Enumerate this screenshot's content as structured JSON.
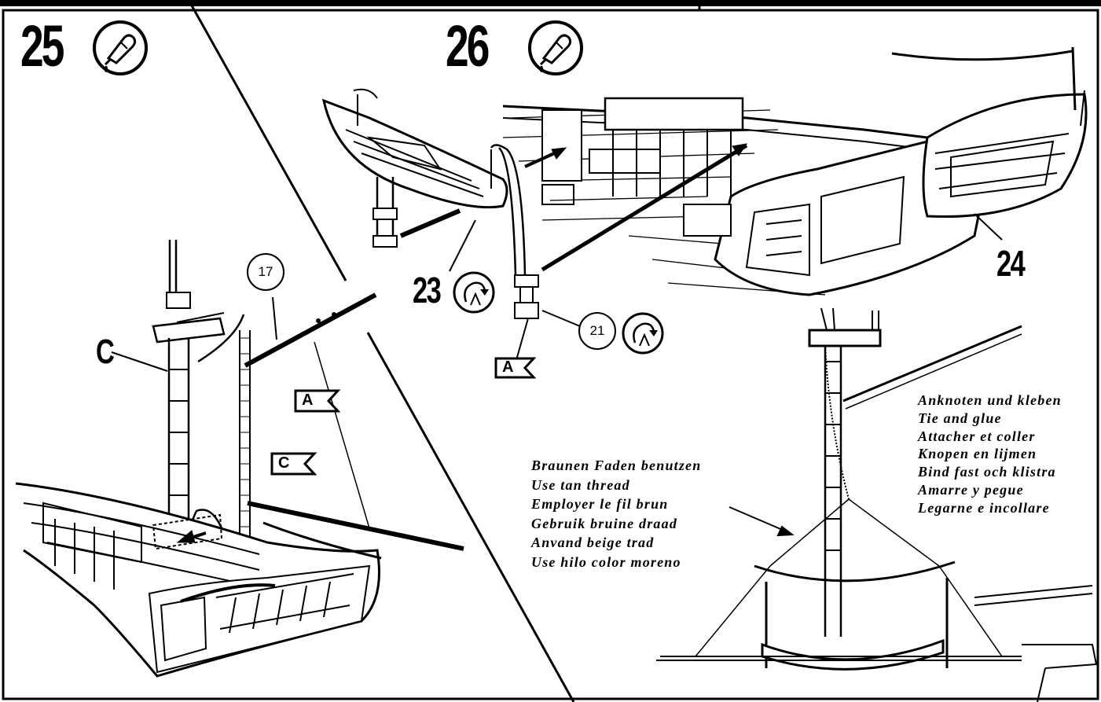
{
  "steps": {
    "step25": {
      "number": "25",
      "icon": "glue-tube-icon"
    },
    "step26": {
      "number": "26",
      "icon": "glue-tube-icon"
    }
  },
  "part_labels": {
    "mast_letter": "C",
    "p17": "17",
    "p21": "21",
    "p23": "23",
    "p24": "24"
  },
  "flags": {
    "a_step25": "A",
    "c_step25": "C",
    "a_step26": "A"
  },
  "instructions": {
    "thread": [
      "Braunen Faden benutzen",
      "Use tan thread",
      "Employer le fil brun",
      "Gebruik bruine draad",
      "Anvand beige trad",
      "Use hilo color moreno"
    ],
    "tie_glue": [
      "Anknoten und kleben",
      "Tie and glue",
      "Attacher et coller",
      "Knopen en lijmen",
      "Bind fast och klistra",
      "Amarre y pegue",
      "Legarne e incollare"
    ]
  },
  "icons": [
    "glue-tube-icon",
    "rotate-arrow-icon",
    "flag-marker-icon"
  ],
  "colors": {
    "ink": "#000000",
    "paper": "#ffffff"
  }
}
